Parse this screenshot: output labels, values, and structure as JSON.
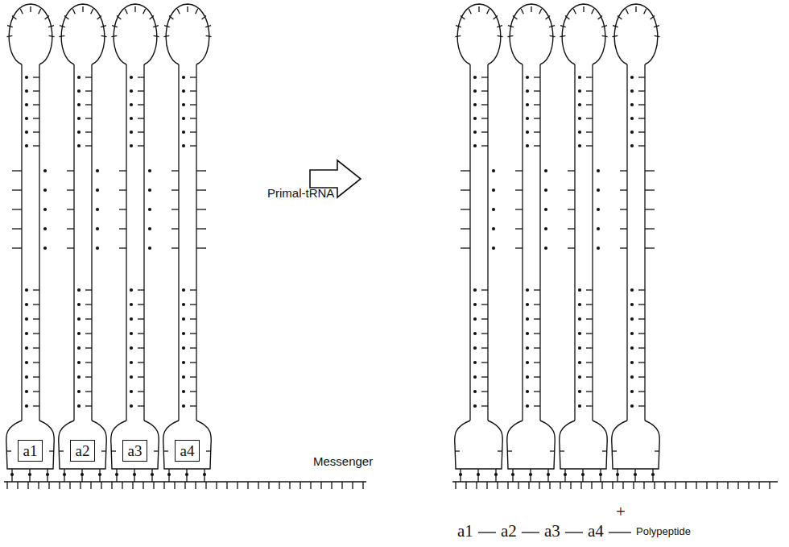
{
  "diagram": {
    "nodes": [
      {
        "text": [
          "a1"
        ]
      },
      {
        "text": [
          "a2"
        ]
      },
      {
        "text": [
          "a3"
        ]
      },
      {
        "text": [
          "a4"
        ]
      }
    ],
    "labels": [
      "Primal-tRNA",
      "Messenger",
      "+",
      "a1",
      "a2",
      "a3",
      "a4",
      "Polypeptide"
    ]
  }
}
